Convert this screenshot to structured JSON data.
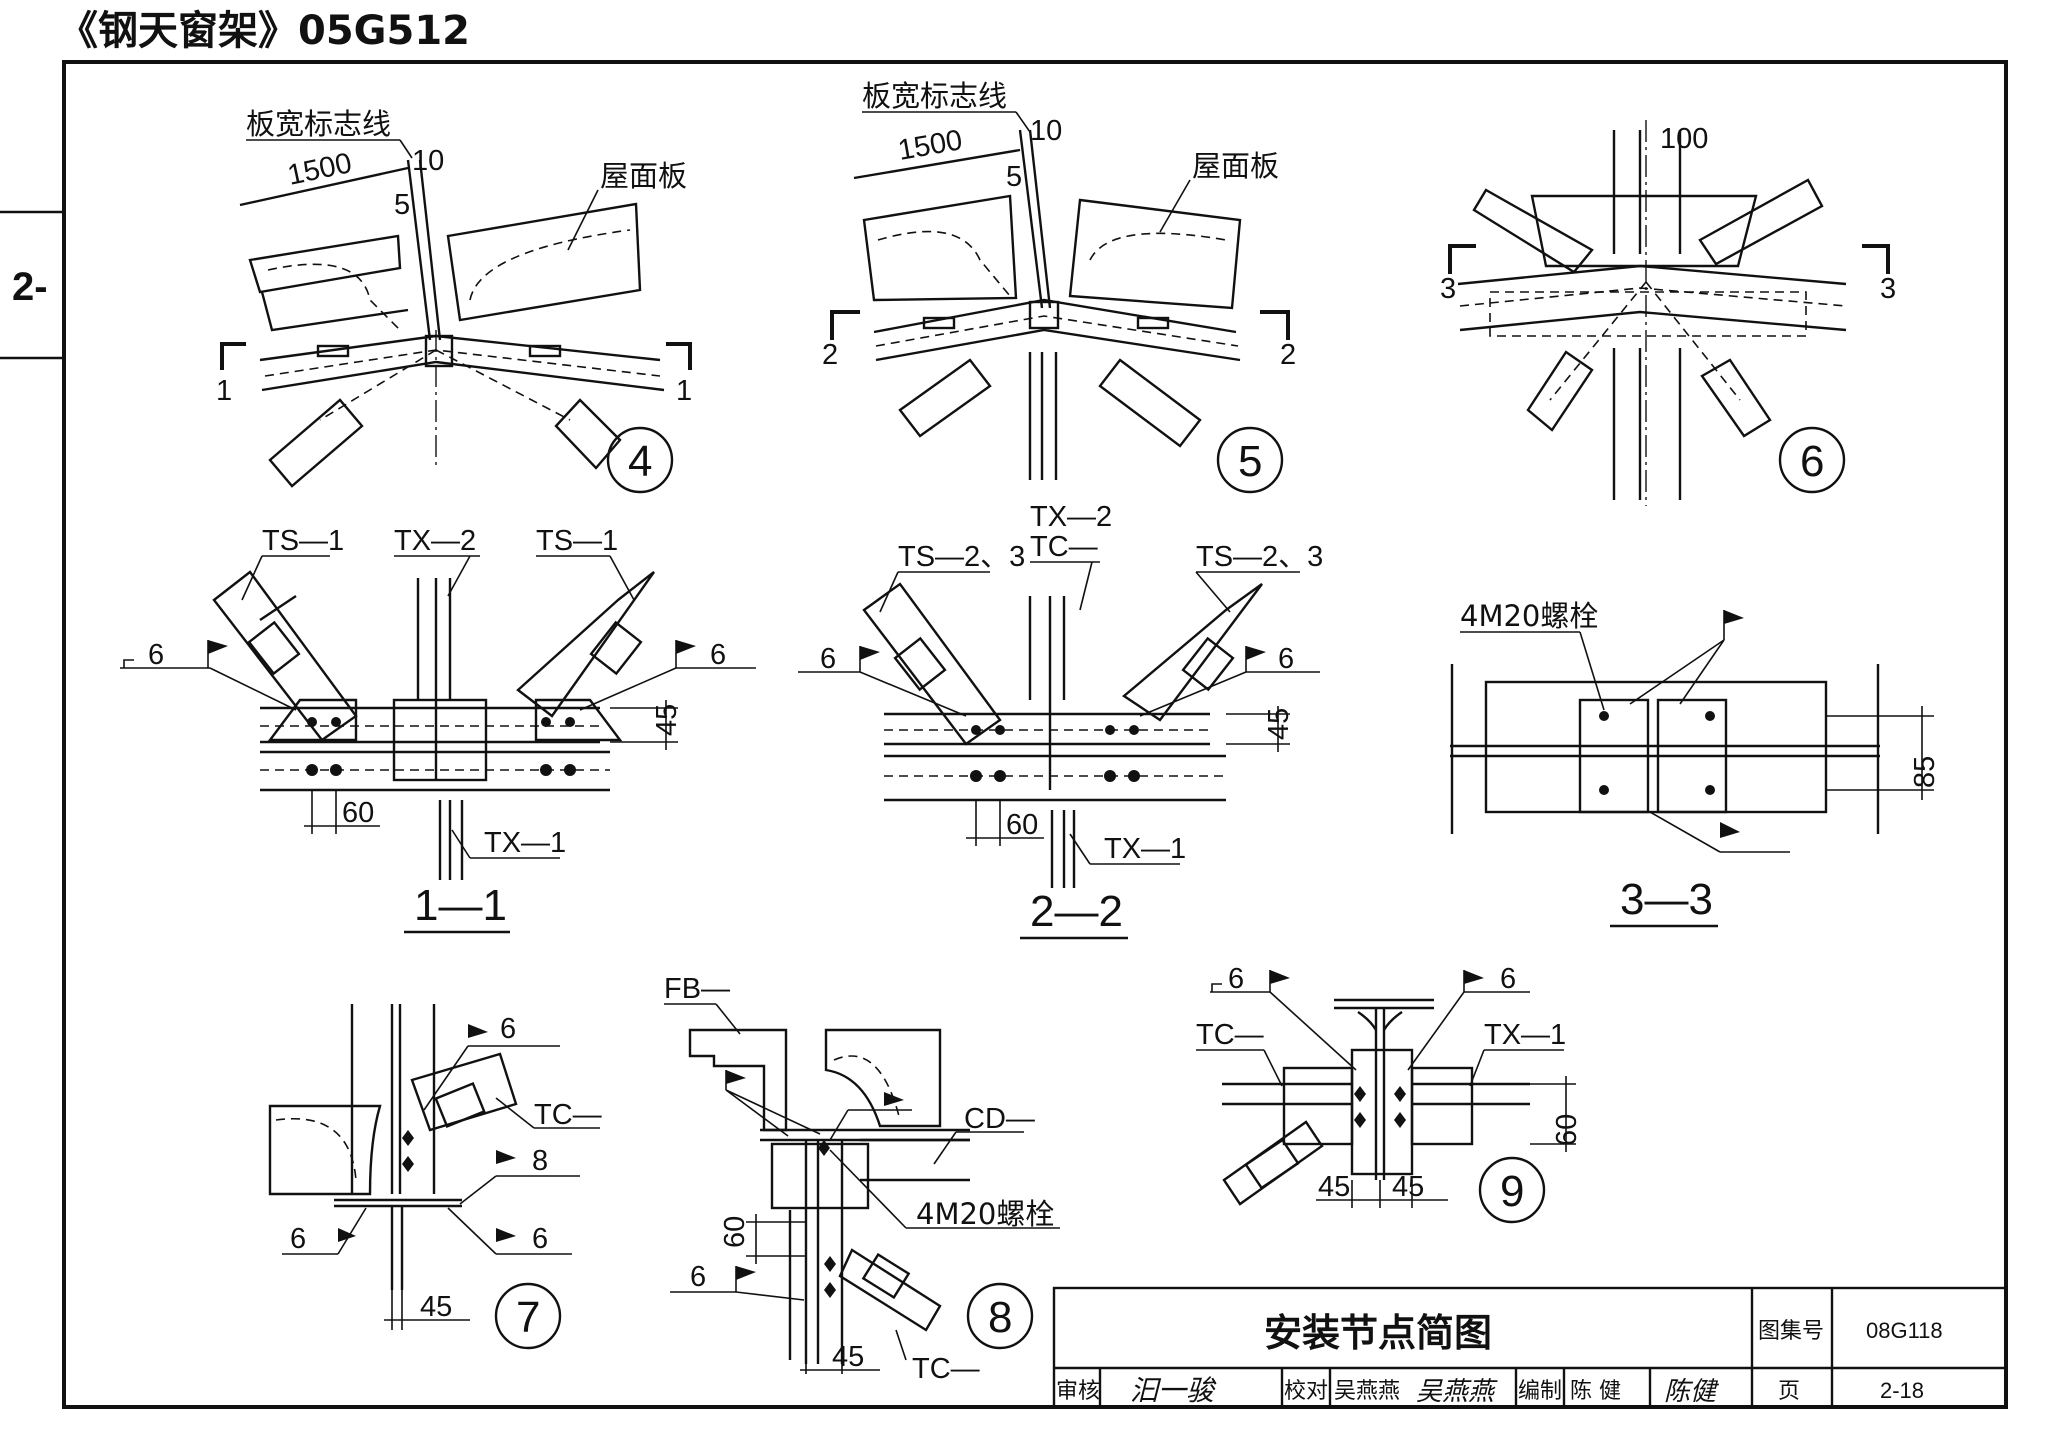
{
  "header": {
    "title": "《钢天窗架》05G512",
    "page_marker": "2-"
  },
  "details": {
    "d4": {
      "number": "4",
      "width_line": "板宽标志线",
      "dim_1500": "1500",
      "dim_10": "10",
      "dim_5": "5",
      "roof_panel": "屋面板",
      "section_mark": "1"
    },
    "d5": {
      "number": "5",
      "width_line": "板宽标志线",
      "dim_1500": "1500",
      "dim_10": "10",
      "dim_5": "5",
      "roof_panel": "屋面板",
      "section_mark": "2"
    },
    "d6": {
      "number": "6",
      "dim_100": "100",
      "section_mark": "3"
    },
    "s11": {
      "name": "1—1",
      "ts_left": "TS—1",
      "tx_top": "TX—2",
      "ts_right": "TS—1",
      "weld_left": "6",
      "weld_right": "6",
      "dim_45": "45",
      "dim_60": "60",
      "tx_bottom": "TX—1"
    },
    "s22": {
      "name": "2—2",
      "tx_top": "TX—2",
      "tc_top": "TC—",
      "ts_left": "TS—2、3",
      "ts_right": "TS—2、3",
      "weld_left": "6",
      "weld_right": "6",
      "dim_45": "45",
      "dim_60": "60",
      "tx_bottom": "TX—1"
    },
    "s33": {
      "name": "3—3",
      "bolts": "4M20螺栓",
      "dim_85": "85"
    },
    "d7": {
      "number": "7",
      "tc": "TC—",
      "weld_6a": "6",
      "weld_8": "8",
      "weld_6b": "6",
      "weld_6c": "6",
      "dim_45": "45"
    },
    "d8": {
      "number": "8",
      "fb": "FB—",
      "cd": "CD—",
      "bolts": "4M20螺栓",
      "dim_60": "60",
      "weld_6": "6",
      "dim_45": "45",
      "tc": "TC—"
    },
    "d9": {
      "number": "9",
      "weld_left": "6",
      "weld_right": "6",
      "tc": "TC—",
      "tx": "TX—1",
      "dim_60": "60",
      "dim_45a": "45",
      "dim_45b": "45"
    }
  },
  "title_block": {
    "title": "安装节点简图",
    "atlas_label": "图集号",
    "atlas_no": "08G118",
    "review_label": "审核",
    "review_sig": "汩一骏",
    "check_label": "校对",
    "check_name": "吴燕燕",
    "check_sig": "吴燕燕",
    "draw_label": "编制",
    "draw_name": "陈 健",
    "draw_sig": "陈健",
    "page_label": "页",
    "page_no": "2-18"
  }
}
